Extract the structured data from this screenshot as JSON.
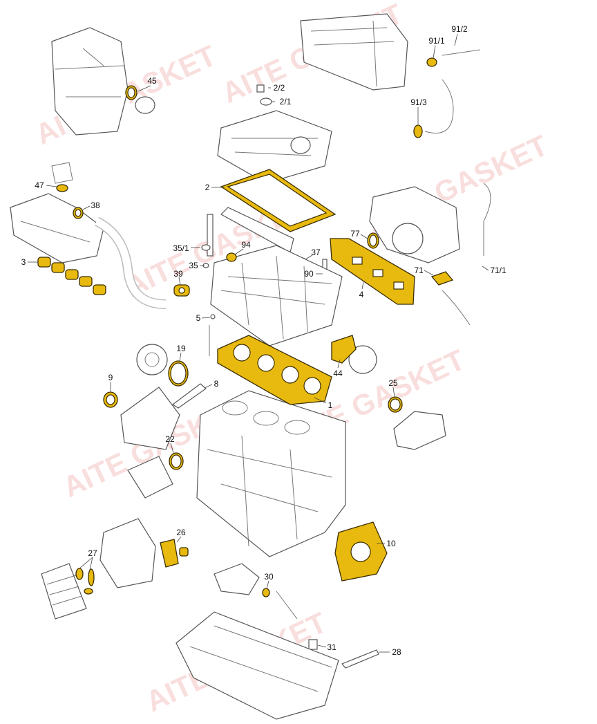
{
  "watermark": "AITE GASKET",
  "colors": {
    "gasket": "#e8b90e",
    "outline": "#555555",
    "watermark": "#f2b8b8"
  },
  "labels": {
    "l45": "45",
    "l2_2": "2/2",
    "l2_1": "2/1",
    "l91_1": "91/1",
    "l91_2": "91/2",
    "l91_3": "91/3",
    "l47": "47",
    "l38": "38",
    "l2": "2",
    "l77": "77",
    "l35_1": "35/1",
    "l94": "94",
    "l37": "37",
    "l3": "3",
    "l35": "35",
    "l90": "90",
    "l39": "39",
    "l4": "4",
    "l71": "71",
    "l71_1": "71/1",
    "l5": "5",
    "l19": "19",
    "l44": "44",
    "l9": "9",
    "l8": "8",
    "l25": "25",
    "l1": "1",
    "l22": "22",
    "l10": "10",
    "l26": "26",
    "l27": "27",
    "l30": "30",
    "l31": "31",
    "l28": "28"
  }
}
